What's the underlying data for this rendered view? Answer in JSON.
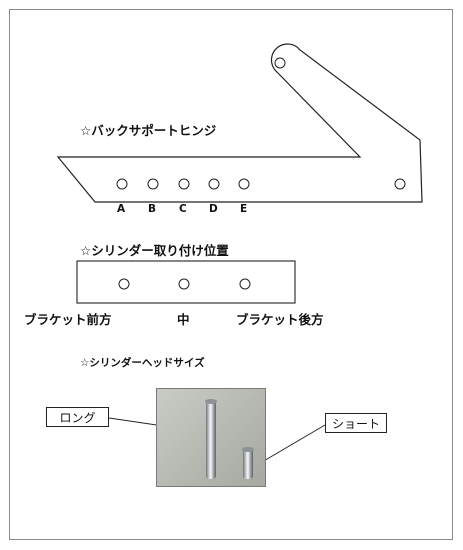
{
  "hinge_section": {
    "title": "☆バックサポートヒンジ",
    "hole_labels": [
      "A",
      "B",
      "C",
      "D",
      "E"
    ]
  },
  "cylinder_mount_section": {
    "title": "☆シリンダー取り付け位置",
    "positions": [
      "ブラケット前方",
      "中",
      "ブラケット後方"
    ]
  },
  "cylinder_head_section": {
    "title": "☆シリンダーヘッドサイズ",
    "long_label": "ロング",
    "short_label": "ショート"
  },
  "colors": {
    "line": "#222222",
    "frame_border": "#8a8a8a",
    "photo_background": "#b5b7b1"
  }
}
